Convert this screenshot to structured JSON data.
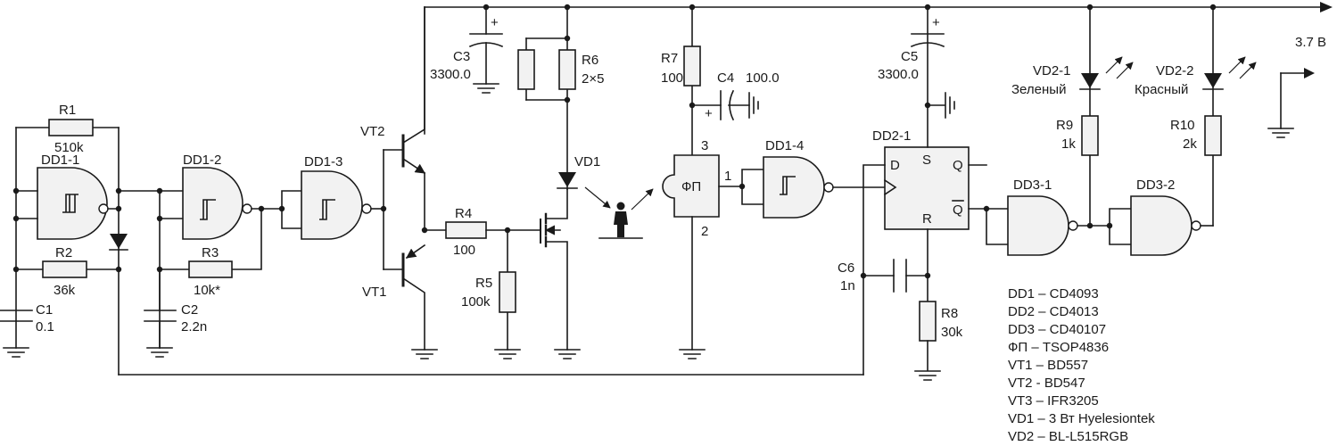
{
  "supply": {
    "voltage": "3.7 В"
  },
  "gates": {
    "dd1_1": "DD1-1",
    "dd1_2": "DD1-2",
    "dd1_3": "DD1-3",
    "dd1_4": "DD1-4",
    "dd3_1": "DD3-1",
    "dd3_2": "DD3-2"
  },
  "flipflop": {
    "name": "DD2-1",
    "d": "D",
    "s": "S",
    "q": "Q",
    "qbar": "Q",
    "r": "R"
  },
  "receiver": {
    "name": "ФП",
    "pin1": "1",
    "pin2": "2",
    "pin3": "3"
  },
  "resistors": {
    "r1": {
      "name": "R1",
      "value": "510k"
    },
    "r2": {
      "name": "R2",
      "value": "36k"
    },
    "r3": {
      "name": "R3",
      "value": "10k*"
    },
    "r4": {
      "name": "R4",
      "value": "100"
    },
    "r5": {
      "name": "R5",
      "value": "100k"
    },
    "r6": {
      "name": "R6",
      "value": "2×5"
    },
    "r7": {
      "name": "R7",
      "value": "100"
    },
    "r8": {
      "name": "R8",
      "value": "30k"
    },
    "r9": {
      "name": "R9",
      "value": "1k"
    },
    "r10": {
      "name": "R10",
      "value": "2k"
    }
  },
  "capacitors": {
    "c1": {
      "name": "C1",
      "value": "0.1"
    },
    "c2": {
      "name": "C2",
      "value": "2.2n"
    },
    "c3": {
      "name": "C3",
      "value": "3300.0"
    },
    "c4": {
      "name": "C4",
      "value": "100.0"
    },
    "c5": {
      "name": "C5",
      "value": "3300.0"
    },
    "c6": {
      "name": "C6",
      "value": "1n"
    }
  },
  "polarity": "+",
  "transistors": {
    "vt1": "VT1",
    "vt2": "VT2"
  },
  "diodes": {
    "vd1": "VD1",
    "vd2_1": {
      "name": "VD2-1",
      "color": "Зеленый"
    },
    "vd2_2": {
      "name": "VD2-2",
      "color": "Красный"
    }
  },
  "bom": [
    "DD1 – CD4093",
    "DD2 – CD4013",
    "DD3 – CD40107",
    "ФП – TSOP4836",
    "VT1 – BD557",
    "VT2 - BD547",
    "VT3 – IFR3205",
    "VD1 – 3 Вт Hyelesiontek",
    "VD2 – BL-L515RGB"
  ]
}
